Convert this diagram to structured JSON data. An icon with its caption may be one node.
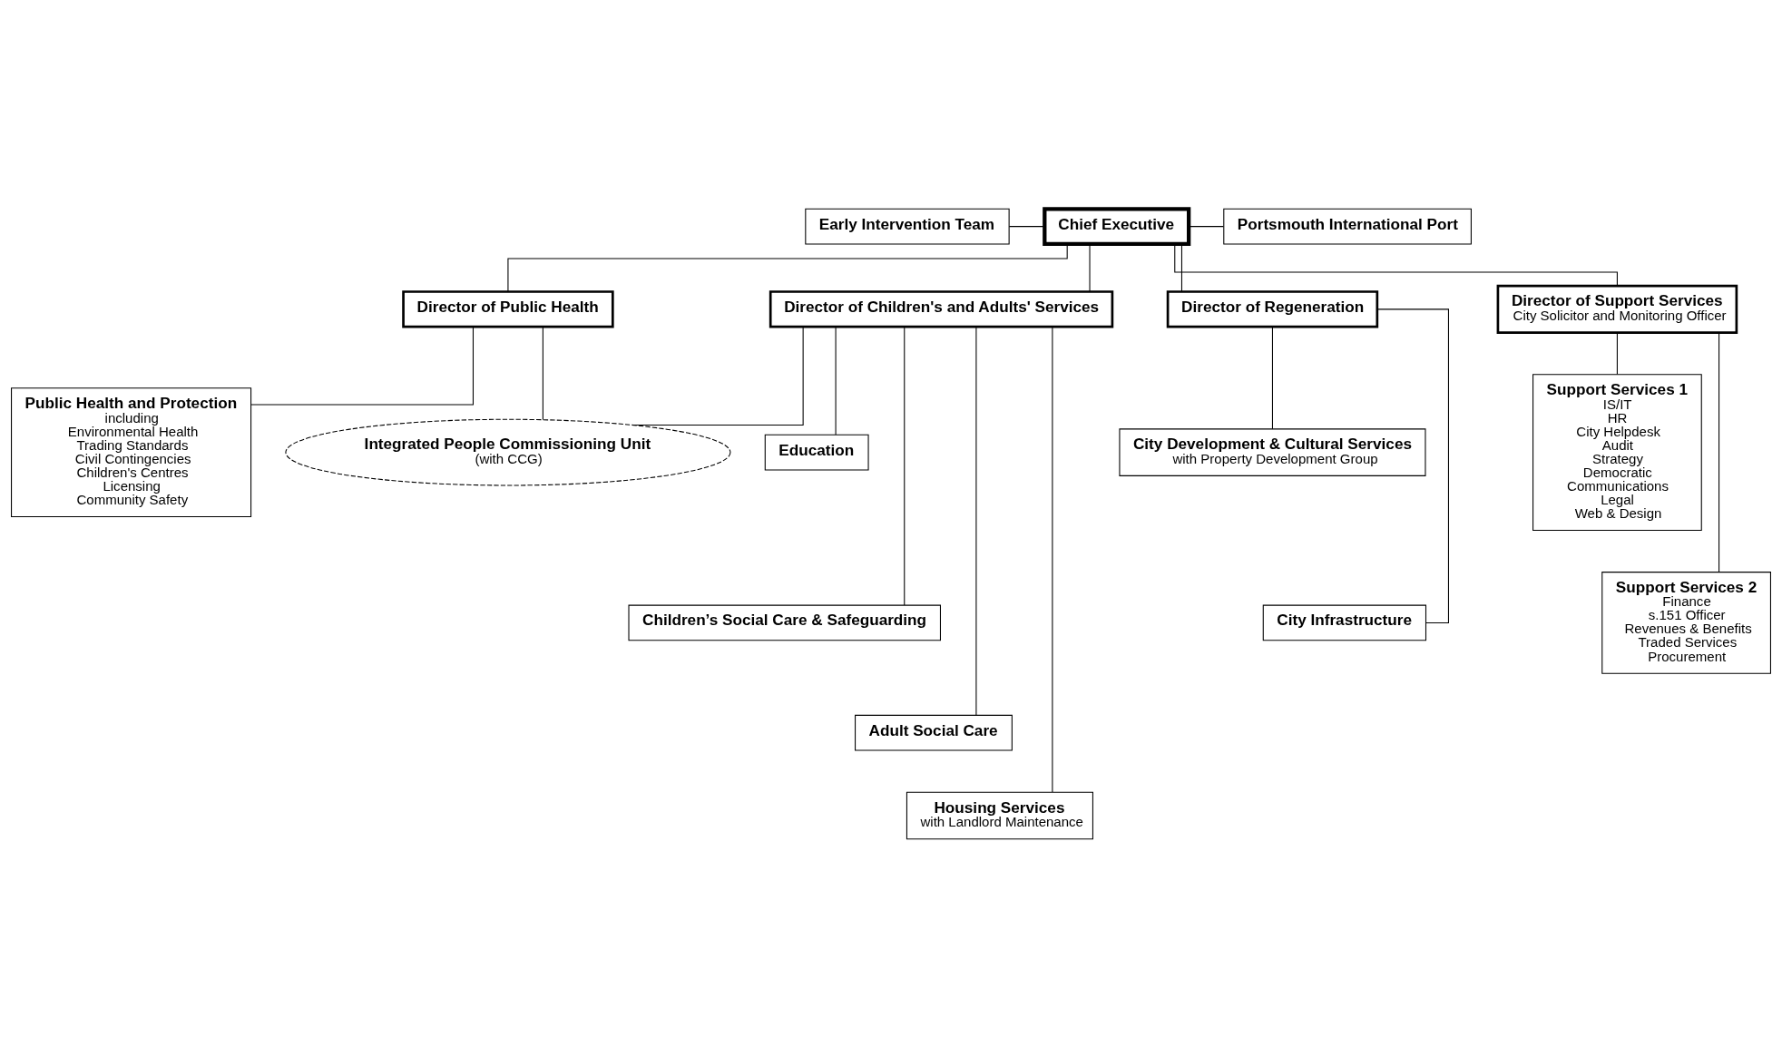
{
  "diagram": {
    "nodes": [
      {
        "text": [
          "Chief Executive"
        ]
      },
      {
        "text": [
          "Early Intervention Team"
        ]
      },
      {
        "text": [
          "Portsmouth International Port"
        ]
      },
      {
        "text": [
          "Director of Public Health"
        ]
      },
      {
        "text": [
          "Director of Children's and Adults' Services"
        ]
      },
      {
        "text": [
          "Director of Regeneration"
        ]
      },
      {
        "text": [
          "Director of Support Services",
          "City Solicitor and Monitoring Officer"
        ]
      },
      {
        "text": [
          "Integrated People Commissioning Unit",
          "(with CCG)"
        ]
      },
      {
        "text": [
          "Public Health and Protection",
          "including",
          "Environmental Health",
          "Trading Standards",
          "Civil Contingencies",
          "Children's Centres",
          "Licensing",
          "Community Safety"
        ]
      },
      {
        "text": [
          "Education"
        ]
      },
      {
        "text": [
          "Children’s Social Care & Safeguarding"
        ]
      },
      {
        "text": [
          "Adult Social Care"
        ]
      },
      {
        "text": [
          "Housing Services",
          "with Landlord Maintenance"
        ]
      },
      {
        "text": [
          "City Development & Cultural Services",
          "with Property Development Group"
        ]
      },
      {
        "text": [
          "City Infrastructure"
        ]
      },
      {
        "text": [
          "Support Services 1",
          "IS/IT",
          "HR",
          "City Helpdesk",
          "Audit",
          "Strategy",
          "Democratic",
          "Communications",
          "Legal",
          "Web & Design"
        ]
      },
      {
        "text": [
          "Support Services 2",
          "Finance",
          "s.151 Officer",
          "Revenues & Benefits",
          "Traded Services",
          "Procurement"
        ]
      }
    ],
    "edges": [
      {
        "from": 1,
        "to": 0,
        "arrow": "none"
      },
      {
        "from": 0,
        "to": 2,
        "arrow": "none"
      },
      {
        "from": 0,
        "to": 3,
        "arrow": "none"
      },
      {
        "from": 0,
        "to": 4,
        "arrow": "none"
      },
      {
        "from": 0,
        "to": 5,
        "arrow": "none"
      },
      {
        "from": 0,
        "to": 6,
        "arrow": "none"
      },
      {
        "from": 3,
        "to": 7,
        "arrow": "none"
      },
      {
        "from": 7,
        "to": 4,
        "arrow": "none"
      },
      {
        "from": 3,
        "to": 8,
        "arrow": "none"
      },
      {
        "from": 4,
        "to": 9,
        "arrow": "none"
      },
      {
        "from": 4,
        "to": 10,
        "arrow": "none"
      },
      {
        "from": 4,
        "to": 11,
        "arrow": "none"
      },
      {
        "from": 4,
        "to": 12,
        "arrow": "none"
      },
      {
        "from": 5,
        "to": 13,
        "arrow": "none"
      },
      {
        "from": 5,
        "to": 14,
        "arrow": "none"
      },
      {
        "from": 6,
        "to": 15,
        "arrow": "none"
      },
      {
        "from": 6,
        "to": 16,
        "arrow": "none"
      }
    ]
  }
}
